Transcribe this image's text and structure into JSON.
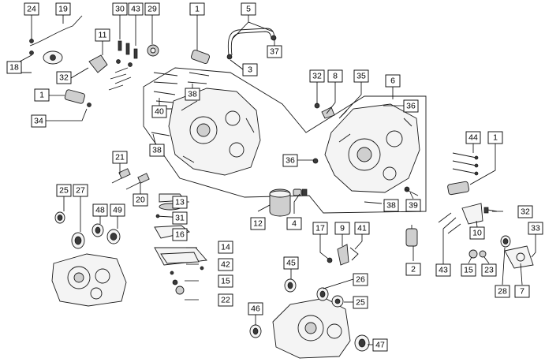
{
  "diagram": {
    "callouts": [
      "24",
      "19",
      "30",
      "43",
      "29",
      "1",
      "5",
      "18",
      "11",
      "37",
      "3",
      "32",
      "1",
      "40",
      "38",
      "32",
      "8",
      "35",
      "6",
      "36",
      "34",
      "38",
      "44",
      "1",
      "21",
      "36",
      "20",
      "13",
      "25",
      "27",
      "48",
      "49",
      "31",
      "16",
      "12",
      "4",
      "38",
      "39",
      "32",
      "17",
      "9",
      "41",
      "10",
      "33",
      "14",
      "42",
      "15",
      "22",
      "45",
      "26",
      "2",
      "43",
      "15",
      "23",
      "28",
      "7",
      "46",
      "25",
      "47"
    ]
  }
}
